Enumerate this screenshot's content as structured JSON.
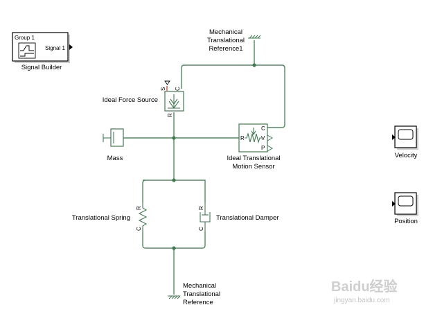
{
  "signal_builder": {
    "group_label": "Group 1",
    "signal_label": "Signal 1",
    "block_label": "Signal Builder"
  },
  "reference_top": {
    "label_line1": "Mechanical",
    "label_line2": "Translational",
    "label_line3": "Reference1"
  },
  "reference_bottom": {
    "label_line1": "Mechanical",
    "label_line2": "Translational",
    "label_line3": "Reference"
  },
  "force_source": {
    "label": "Ideal Force Source",
    "port_s": "S",
    "port_c": "C",
    "port_r": "R"
  },
  "mass": {
    "label": "Mass"
  },
  "motion_sensor": {
    "label_line1": "Ideal Translational",
    "label_line2": "Motion Sensor",
    "port_c": "C",
    "port_r": "R",
    "port_v": "V",
    "port_p": "P"
  },
  "spring": {
    "label": "Translational Spring",
    "port_r": "R",
    "port_c": "C"
  },
  "damper": {
    "label": "Translational Damper",
    "port_r": "R",
    "port_c": "C"
  },
  "scopes": {
    "velocity_label": "Velocity",
    "position_label": "Position"
  },
  "watermark": {
    "logo_text": "Baidu经验",
    "url_text": "jingyan.baidu.com"
  },
  "colors": {
    "wire": "#4e8a5e",
    "block_border": "#3f7a50"
  }
}
